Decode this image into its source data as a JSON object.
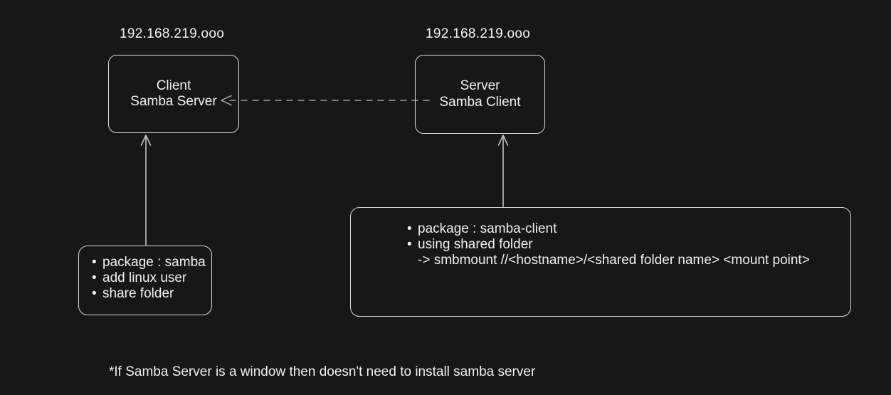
{
  "colors": {
    "background": "#171717",
    "stroke": "#d9d9d9",
    "text": "#f0f0f0",
    "arrow": "#c2c2c2",
    "dashed_arrow": "#9e9e9e"
  },
  "labels": {
    "client_ip": "192.168.219.ooo",
    "server_ip": "192.168.219.ooo"
  },
  "boxes": {
    "client": {
      "lines": [
        "Client",
        "Samba Server"
      ]
    },
    "server": {
      "lines": [
        "Server",
        "Samba Client"
      ]
    }
  },
  "notes": {
    "client": {
      "items": [
        {
          "bullet": "•",
          "text": "package : samba"
        },
        {
          "bullet": "•",
          "text": "add linux user"
        },
        {
          "bullet": "•",
          "text": "share folder"
        }
      ]
    },
    "server": {
      "items": [
        {
          "bullet": "•",
          "text": "package : samba-client"
        },
        {
          "bullet": "•",
          "text": "using shared folder"
        },
        {
          "bullet": "",
          "text": "-> smbmount //<hostname>/<shared folder name> <mount point>"
        }
      ]
    }
  },
  "footnote": "*If Samba Server is a window then doesn't need to install samba server"
}
